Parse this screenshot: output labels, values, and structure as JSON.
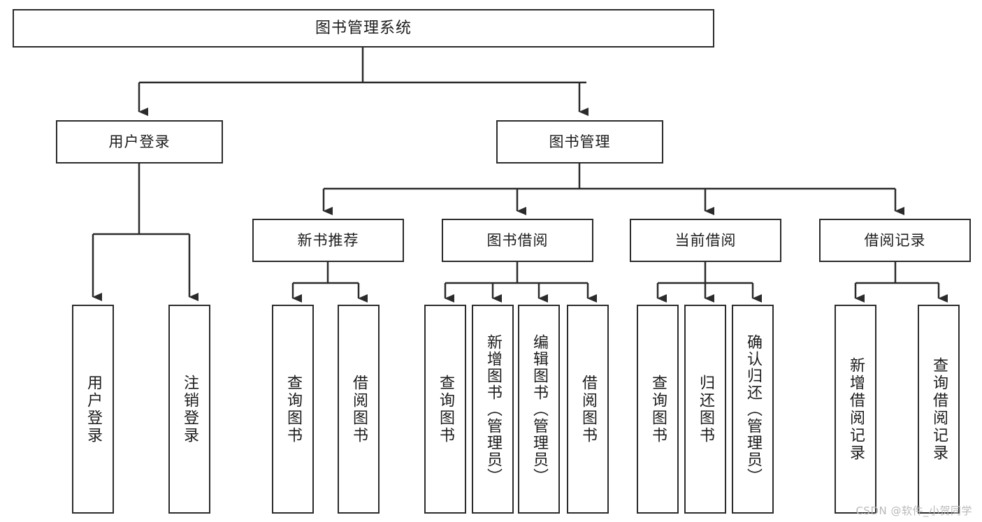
{
  "diagram": {
    "title": "图书管理系统",
    "type": "tree",
    "orientation": "top-down",
    "style": {
      "box_border_color": "#2b2b2b",
      "box_fill_color": "#ffffff",
      "connector_color": "#2b2b2b",
      "text_color": "#1c1c1c",
      "background": "#ffffff"
    },
    "nodes": {
      "root": {
        "label": "图书管理系统"
      },
      "level1": [
        {
          "label": "用户登录"
        },
        {
          "label": "图书管理"
        }
      ],
      "level2": [
        {
          "label": "新书推荐"
        },
        {
          "label": "图书借阅"
        },
        {
          "label": "当前借阅"
        },
        {
          "label": "借阅记录"
        }
      ],
      "leaves": {
        "user_login": [
          {
            "label": "用户登录"
          },
          {
            "label": "注销登录"
          }
        ],
        "new_book_recommend": [
          {
            "label": "查询图书"
          },
          {
            "label": "借阅图书"
          }
        ],
        "book_borrow": [
          {
            "label": "查询图书"
          },
          {
            "label": "新增图书（管理员）"
          },
          {
            "label": "编辑图书（管理员）"
          },
          {
            "label": "借阅图书"
          }
        ],
        "current_borrow": [
          {
            "label": "查询图书"
          },
          {
            "label": "归还图书"
          },
          {
            "label": "确认归还（管理员）"
          }
        ],
        "borrow_record": [
          {
            "label": "新增借阅记录"
          },
          {
            "label": "查询借阅记录"
          }
        ]
      }
    },
    "edges": [
      {
        "from": "图书管理系统",
        "to": "用户登录"
      },
      {
        "from": "图书管理系统",
        "to": "图书管理"
      },
      {
        "from": "图书管理",
        "to": "新书推荐"
      },
      {
        "from": "图书管理",
        "to": "图书借阅"
      },
      {
        "from": "图书管理",
        "to": "当前借阅"
      },
      {
        "from": "图书管理",
        "to": "借阅记录"
      },
      {
        "from": "用户登录",
        "to": "用户登录"
      },
      {
        "from": "用户登录",
        "to": "注销登录"
      },
      {
        "from": "新书推荐",
        "to": "查询图书"
      },
      {
        "from": "新书推荐",
        "to": "借阅图书"
      },
      {
        "from": "图书借阅",
        "to": "查询图书"
      },
      {
        "from": "图书借阅",
        "to": "新增图书（管理员）"
      },
      {
        "from": "图书借阅",
        "to": "编辑图书（管理员）"
      },
      {
        "from": "图书借阅",
        "to": "借阅图书"
      },
      {
        "from": "当前借阅",
        "to": "查询图书"
      },
      {
        "from": "当前借阅",
        "to": "归还图书"
      },
      {
        "from": "当前借阅",
        "to": "确认归还（管理员）"
      },
      {
        "from": "借阅记录",
        "to": "新增借阅记录"
      },
      {
        "from": "借阅记录",
        "to": "查询借阅记录"
      }
    ]
  },
  "watermark": {
    "text": "CSDN @软件_小贺同学"
  }
}
